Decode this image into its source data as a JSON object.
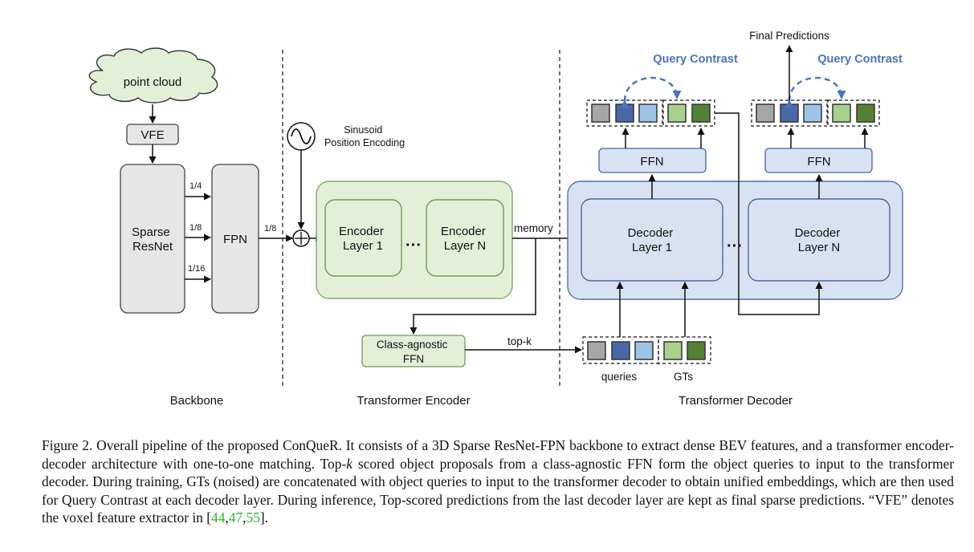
{
  "figure": {
    "cloud_label": "point cloud",
    "vfe": "VFE",
    "sparse_resnet": [
      "Sparse",
      "ResNet"
    ],
    "fpn": "FPN",
    "scales": [
      "1/4",
      "1/8",
      "1/16"
    ],
    "fpn_out_scale": "1/8",
    "sinusoid_label": [
      "Sinusoid",
      "Position Encoding"
    ],
    "enc_layer_1": [
      "Encoder",
      "Layer 1"
    ],
    "enc_layer_n": [
      "Encoder",
      "Layer N"
    ],
    "ellipsis": "···",
    "memory": "memory",
    "class_agnostic_ffn": [
      "Class-agnostic",
      "FFN"
    ],
    "topk": "top-k",
    "queries": "queries",
    "gts": "GTs",
    "ffn": "FFN",
    "dec_layer_1": [
      "Decoder",
      "Layer 1"
    ],
    "dec_layer_n": [
      "Decoder",
      "Layer N"
    ],
    "query_contrast": "Query Contrast",
    "final_predictions": "Final Predictions",
    "section_backbone": "Backbone",
    "section_encoder": "Transformer Encoder",
    "section_decoder": "Transformer Decoder"
  },
  "colors": {
    "gray_fill": "#e6e6e6",
    "green_fill": "#e4efd8",
    "green_stroke": "#7fa86a",
    "blue_fill": "#d9e2f3",
    "blue_stroke": "#5570a6",
    "contrast_blue": "#4a72c4",
    "token_gray": "#a6a6a6",
    "token_blue_dark": "#4a67a8",
    "token_blue_light": "#9dc3e6",
    "token_green_light": "#a9d18e",
    "token_green_dark": "#548235",
    "citation_green": "#2bb52b"
  },
  "caption": {
    "label": "Figure 2.",
    "text_part1": "Overall pipeline of the proposed ConQueR. It consists of a 3D Sparse ResNet-FPN backbone to extract dense BEV features, and a transformer encoder-decoder architecture with one-to-one matching. Top-",
    "k": "k",
    "text_part2": " scored object proposals from a class-agnostic FFN form the object queries to input to the transformer decoder. During training, GTs (noised) are concatenated with object queries to input to the transformer decoder to obtain unified embeddings, which are then used for Query Contrast at each decoder layer. During inference, Top-scored predictions from the last decoder layer are kept as final sparse predictions. “VFE” denotes the voxel feature extractor in [",
    "cite1": "44",
    "sep1": ",",
    "cite2": "47",
    "sep2": ",",
    "cite3": "55",
    "end": "]."
  }
}
